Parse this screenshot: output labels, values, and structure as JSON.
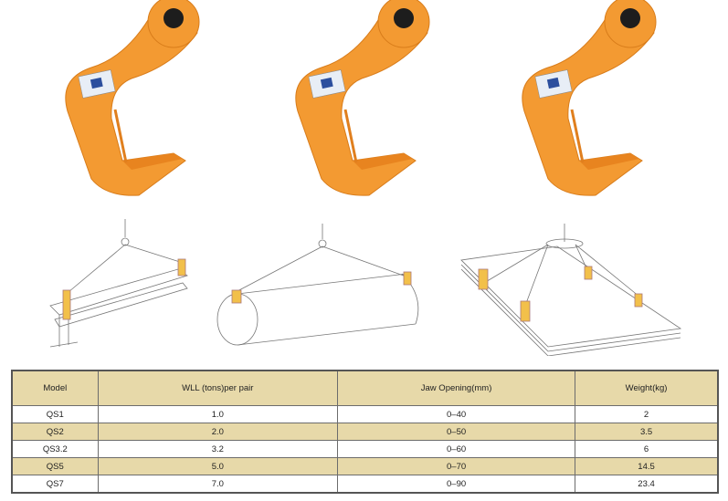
{
  "images": {
    "clamps": [
      "clamp-1",
      "clamp-2",
      "clamp-3"
    ],
    "diagrams": [
      "i-beam-lift",
      "pipe-lift",
      "plate-lift"
    ]
  },
  "colors": {
    "clamp_orange": "#f0902a",
    "header_bg": "#e7d9a9"
  },
  "table": {
    "headers": [
      "Model",
      "WLL (tons)per pair",
      "Jaw Opening(mm)",
      "Weight(kg)"
    ],
    "rows": [
      [
        "QS1",
        "1.0",
        "0–40",
        "2"
      ],
      [
        "QS2",
        "2.0",
        "0–50",
        "3.5"
      ],
      [
        "QS3.2",
        "3.2",
        "0–60",
        "6"
      ],
      [
        "QS5",
        "5.0",
        "0–70",
        "14.5"
      ],
      [
        "QS7",
        "7.0",
        "0–90",
        "23.4"
      ]
    ]
  }
}
